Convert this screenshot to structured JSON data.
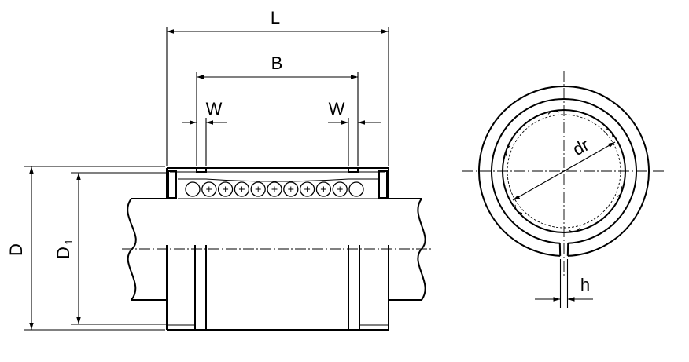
{
  "labels": {
    "L": "L",
    "B": "B",
    "W_left": "W",
    "W_right": "W",
    "D": "D",
    "D1_main": "D",
    "D1_sub": "1",
    "dr": "dr",
    "h": "h"
  }
}
